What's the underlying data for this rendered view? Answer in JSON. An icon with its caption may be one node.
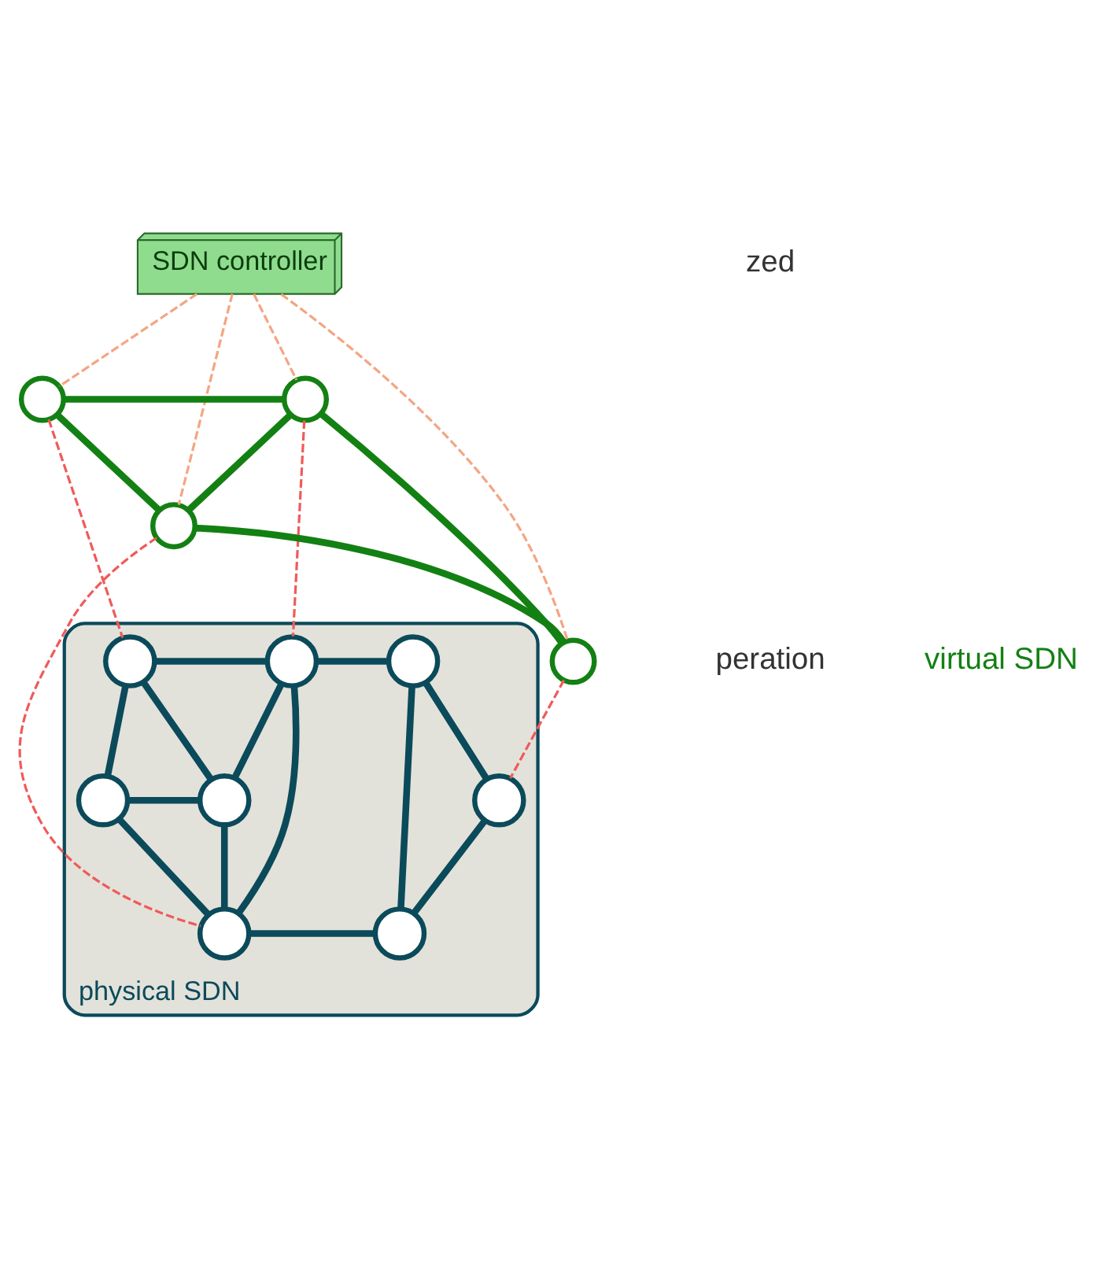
{
  "diagram": {
    "nodes": [
      {
        "text": [
          "SDN controller"
        ]
      },
      {
        "text": [],
        "shape": "circle"
      },
      {
        "text": [],
        "shape": "circle"
      },
      {
        "text": [],
        "shape": "circle"
      },
      {
        "text": [],
        "shape": "circle"
      },
      {
        "text": [
          "physical SDN"
        ]
      },
      {
        "text": [],
        "shape": "circle",
        "in": 5
      },
      {
        "text": [],
        "shape": "circle",
        "in": 5
      },
      {
        "text": [],
        "shape": "circle",
        "in": 5
      },
      {
        "text": [],
        "shape": "circle",
        "in": 5
      },
      {
        "text": [],
        "shape": "circle",
        "in": 5
      },
      {
        "text": [],
        "shape": "circle",
        "in": 5
      },
      {
        "text": [],
        "shape": "circle",
        "in": 5
      },
      {
        "text": [],
        "shape": "circle",
        "in": 5
      }
    ],
    "edges": [
      {
        "from": 0,
        "to": 1,
        "arrow": "none",
        "style": "dashed",
        "color": "#f4a582"
      },
      {
        "from": 0,
        "to": 4,
        "arrow": "none",
        "style": "dashed",
        "color": "#f4a582"
      },
      {
        "from": 0,
        "to": 2,
        "arrow": "none",
        "style": "dashed",
        "color": "#f4a582"
      },
      {
        "from": 0,
        "to": 3,
        "arrow": "none",
        "style": "dashed",
        "color": "#f4a582"
      },
      {
        "from": 1,
        "to": 2,
        "arrow": "none",
        "color": "#138013"
      },
      {
        "from": 2,
        "to": 3,
        "arrow": "none",
        "color": "#138013"
      },
      {
        "from": 1,
        "to": 4,
        "arrow": "none",
        "color": "#138013"
      },
      {
        "from": 2,
        "to": 4,
        "arrow": "none",
        "color": "#138013"
      },
      {
        "from": 4,
        "to": 3,
        "arrow": "none",
        "color": "#138013"
      },
      {
        "from": 1,
        "to": 6,
        "arrow": "none",
        "style": "dashed",
        "color": "#f05a5a"
      },
      {
        "from": 2,
        "to": 7,
        "arrow": "none",
        "style": "dashed",
        "color": "#f05a5a"
      },
      {
        "from": 4,
        "to": 12,
        "arrow": "none",
        "style": "dashed",
        "color": "#f05a5a"
      },
      {
        "from": 3,
        "to": 11,
        "arrow": "none",
        "style": "dashed",
        "color": "#f05a5a"
      },
      {
        "from": 6,
        "to": 7,
        "arrow": "none"
      },
      {
        "from": 7,
        "to": 8,
        "arrow": "none"
      },
      {
        "from": 6,
        "to": 9,
        "arrow": "none"
      },
      {
        "from": 6,
        "to": 10,
        "arrow": "none"
      },
      {
        "from": 9,
        "to": 10,
        "arrow": "none"
      },
      {
        "from": 10,
        "to": 7,
        "arrow": "none"
      },
      {
        "from": 9,
        "to": 12,
        "arrow": "none"
      },
      {
        "from": 10,
        "to": 12,
        "arrow": "none"
      },
      {
        "from": 7,
        "to": 12,
        "arrow": "none"
      },
      {
        "from": 12,
        "to": 13,
        "arrow": "none"
      },
      {
        "from": 8,
        "to": 13,
        "arrow": "none"
      },
      {
        "from": 8,
        "to": 11,
        "arrow": "none"
      },
      {
        "from": 13,
        "to": 11,
        "arrow": "none"
      }
    ],
    "labels": [
      "zed",
      "peration",
      "virtual SDN"
    ]
  }
}
